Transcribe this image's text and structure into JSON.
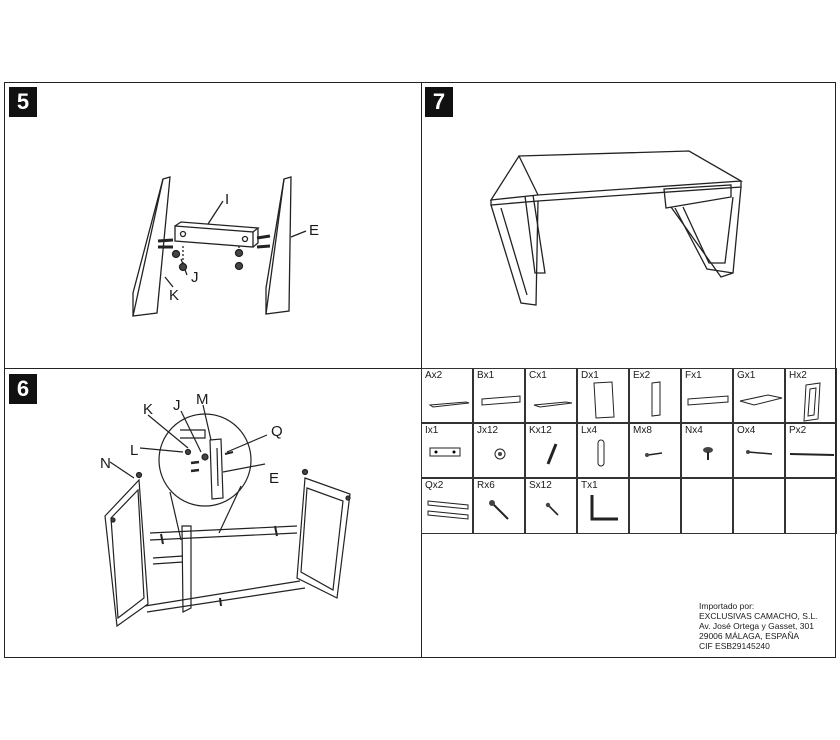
{
  "steps": {
    "s5": "5",
    "s6": "6",
    "s7": "7"
  },
  "step5_labels": {
    "i": "I",
    "e": "E",
    "j": "J",
    "k": "K"
  },
  "step6_labels": {
    "k": "K",
    "j": "J",
    "m": "M",
    "q": "Q",
    "l": "L",
    "e": "E",
    "n": "N"
  },
  "parts": [
    {
      "code": "Ax2",
      "icon": "long-panel-icon"
    },
    {
      "code": "Bx1",
      "icon": "back-panel-icon"
    },
    {
      "code": "Cx1",
      "icon": "thin-panel-icon"
    },
    {
      "code": "Dx1",
      "icon": "upright-panel-icon"
    },
    {
      "code": "Ex2",
      "icon": "side-board-icon"
    },
    {
      "code": "Fx1",
      "icon": "rail-icon"
    },
    {
      "code": "Gx1",
      "icon": "top-board-icon"
    },
    {
      "code": "Hx2",
      "icon": "frame-leg-icon"
    },
    {
      "code": "Ix1",
      "icon": "bracket-plate-icon"
    },
    {
      "code": "Jx12",
      "icon": "cam-lock-icon"
    },
    {
      "code": "Kx12",
      "icon": "cam-bolt-icon"
    },
    {
      "code": "Lx4",
      "icon": "dowel-icon"
    },
    {
      "code": "Mx8",
      "icon": "small-screw-icon"
    },
    {
      "code": "Nx4",
      "icon": "foot-glide-icon"
    },
    {
      "code": "Ox4",
      "icon": "long-screw-icon"
    },
    {
      "code": "Px2",
      "icon": "rod-icon"
    },
    {
      "code": "Qx2",
      "icon": "drawer-slide-icon"
    },
    {
      "code": "Rx6",
      "icon": "wood-screw-icon"
    },
    {
      "code": "Sx12",
      "icon": "short-screw-icon"
    },
    {
      "code": "Tx1",
      "icon": "allen-key-icon"
    }
  ],
  "importer": {
    "l1": "Importado por:",
    "l2": "EXCLUSIVAS CAMACHO, S.L.",
    "l3": "Av. José Ortega y Gasset, 301",
    "l4": "29006 MÁLAGA, ESPAÑA",
    "l5": "CIF ESB29145240"
  }
}
